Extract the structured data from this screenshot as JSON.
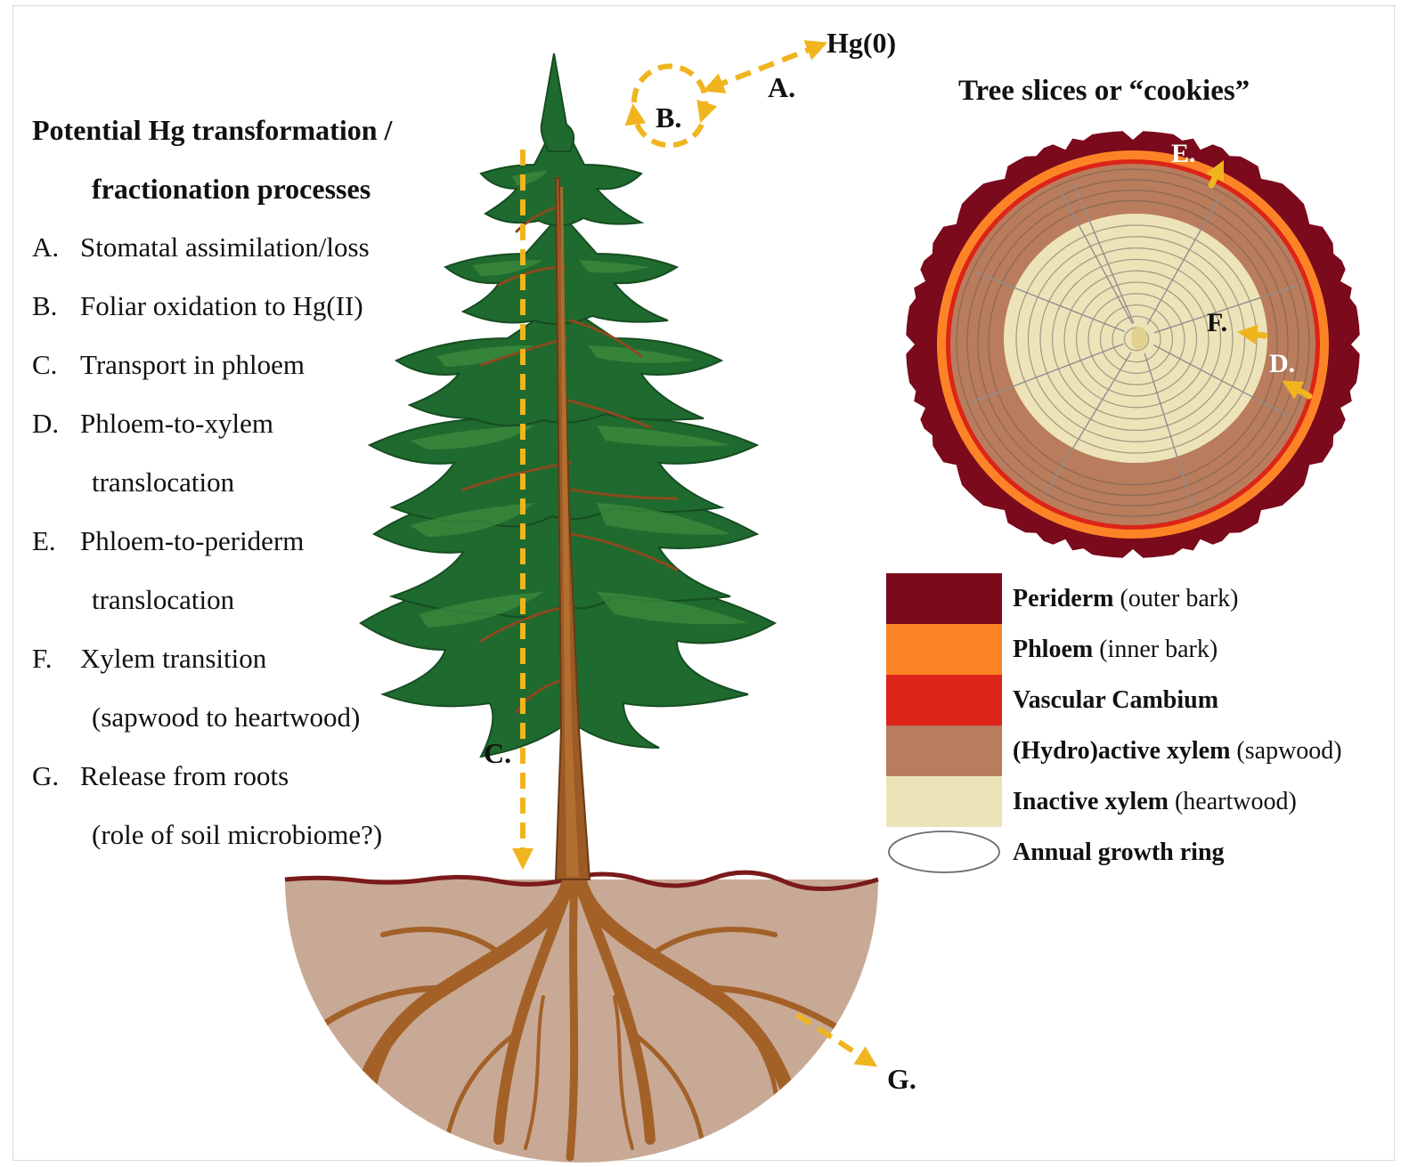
{
  "heading": {
    "line1": "Potential Hg transformation /",
    "line2": "fractionation processes"
  },
  "processes": [
    {
      "letter": "A.",
      "text": "Stomatal assimilation/loss",
      "cont": ""
    },
    {
      "letter": "B.",
      "text": "Foliar oxidation to Hg(II)",
      "cont": ""
    },
    {
      "letter": "C.",
      "text": "Transport in phloem",
      "cont": ""
    },
    {
      "letter": "D.",
      "text": "Phloem-to-xylem",
      "cont": "translocation"
    },
    {
      "letter": "E.",
      "text": "Phloem-to-periderm",
      "cont": "translocation"
    },
    {
      "letter": "F.",
      "text": "Xylem transition",
      "cont": "(sapwood to heartwood)"
    },
    {
      "letter": "G.",
      "text": "Release from roots",
      "cont": "(role of soil microbiome?)"
    }
  ],
  "diagram_labels": {
    "hg0": "Hg(0)",
    "a": "A.",
    "b": "B.",
    "c": "C.",
    "d": "D.",
    "e": "E.",
    "f": "F.",
    "g": "G."
  },
  "cookie_title": "Tree slices or “cookies”",
  "legend": [
    {
      "bold": "Periderm",
      "normal": " (outer bark)",
      "color": "#7a0a1c"
    },
    {
      "bold": "Phloem",
      "normal": " (inner bark)",
      "color": "#fd8426"
    },
    {
      "bold": "Vascular Cambium",
      "normal": "",
      "color": "#dc2418"
    },
    {
      "bold": "(Hydro)active xylem",
      "normal": " (sapwood)",
      "color": "#b97c5c"
    },
    {
      "bold": "Inactive xylem",
      "normal": " (heartwood)",
      "color": "#ede3b9"
    },
    {
      "bold": "Annual growth ring",
      "normal": "",
      "color": "ring"
    }
  ],
  "colors": {
    "arrow": "#f0b51e",
    "soil": "#c8a995",
    "soil_line": "#7a1a1a",
    "foliage": "#1f6a2e",
    "foliage_light": "#3f8f3f",
    "trunk": "#9c5a25",
    "root": "#a36128"
  }
}
